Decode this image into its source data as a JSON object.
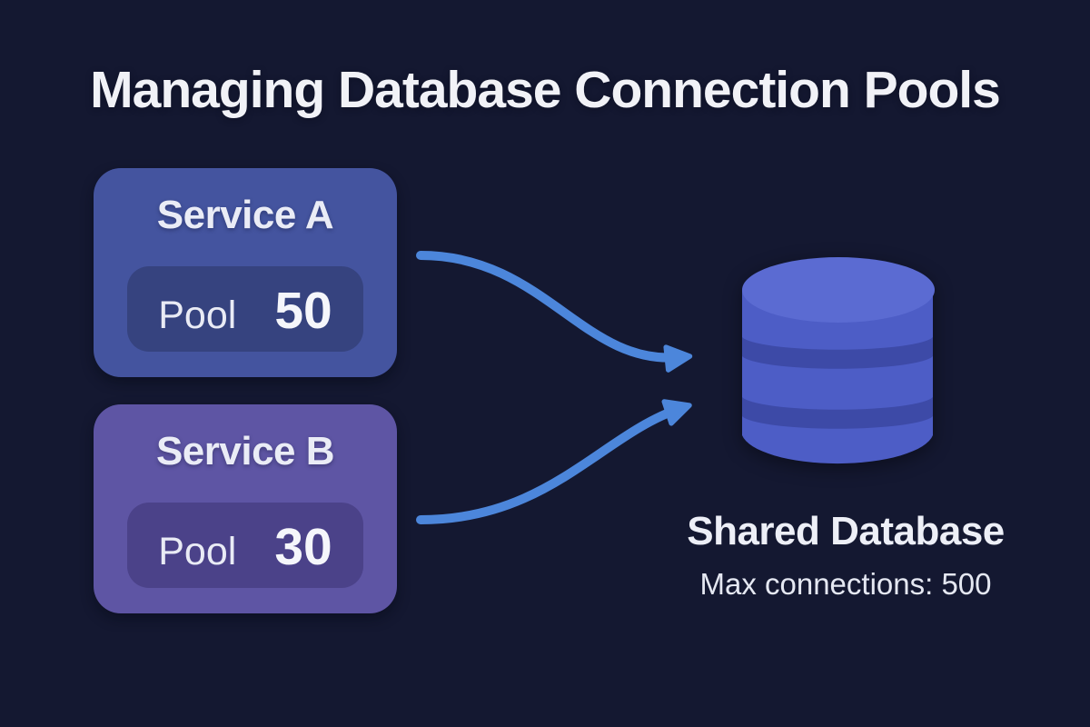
{
  "title": "Managing Database Connection Pools",
  "services": [
    {
      "name": "Service A",
      "pool_label": "Pool",
      "pool_size": "50"
    },
    {
      "name": "Service B",
      "pool_label": "Pool",
      "pool_size": "30"
    }
  ],
  "database": {
    "label": "Shared Database",
    "max_connections": "Max connections: 500"
  },
  "icons": {
    "database": "database-cylinder-icon",
    "arrow_a": "curved-arrow-service-a-to-database",
    "arrow_b": "curved-arrow-service-b-to-database"
  },
  "colors": {
    "background": "#141831",
    "title_text": "#F1F2F7",
    "service_a_card": "#44549F",
    "service_a_pool_badge": "#36437F",
    "service_b_card": "#5E55A4",
    "service_b_pool_badge": "#4B4289",
    "arrow": "#4C86DB",
    "database_body": "#4D5DC6",
    "database_top": "#5B6BD2",
    "database_band": "#3D4AA7",
    "label_text": "#EDEFF7"
  }
}
